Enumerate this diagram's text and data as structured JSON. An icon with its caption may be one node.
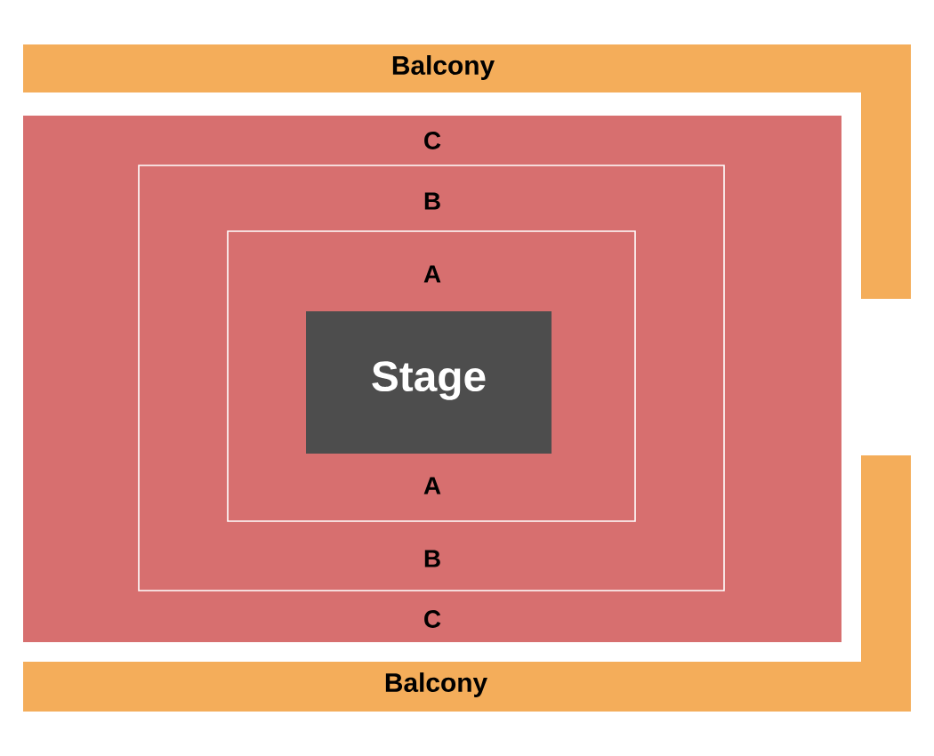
{
  "diagram": {
    "nodes": [
      {
        "text": [
          "Balcony"
        ]
      },
      {
        "text": [
          "C",
          "C"
        ]
      },
      {
        "text": [
          "B",
          "B"
        ],
        "in": 1
      },
      {
        "text": [
          "A",
          "A"
        ],
        "in": 2
      },
      {
        "text": [
          "Stage"
        ],
        "in": 3
      },
      {
        "text": [
          "Balcony"
        ]
      }
    ]
  }
}
